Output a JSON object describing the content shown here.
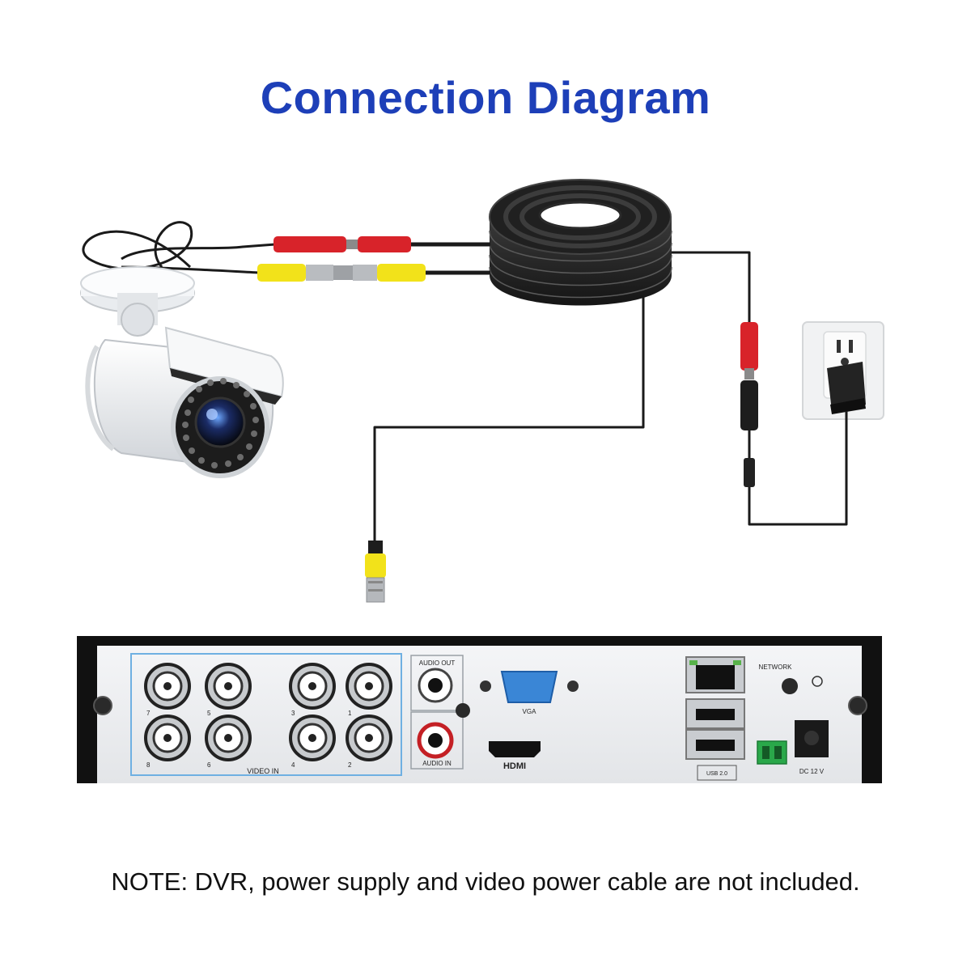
{
  "title": "Connection Diagram",
  "note": "NOTE: DVR, power supply and video power cable are not included.",
  "dvr": {
    "audio_out_label": "AUDIO OUT",
    "audio_in_label": "AUDIO IN",
    "vga_label": "VGA",
    "hdmi_label": "HDMI",
    "video_in_label": "VIDEO IN",
    "network_label": "NETWORK",
    "power_label": "DC 12 V",
    "usb_label": "USB 2.0",
    "bnc_numbers_top": [
      "7",
      "5",
      "3",
      "1"
    ],
    "bnc_numbers_bottom": [
      "8",
      "6",
      "4",
      "2"
    ]
  },
  "colors": {
    "title": "#1d3fb8",
    "video_connector": "#f2e21a",
    "power_connector": "#d8232a",
    "cable": "#1a1a1a",
    "vga_port": "#3a86d6",
    "terminal_block": "#2aa84a"
  }
}
